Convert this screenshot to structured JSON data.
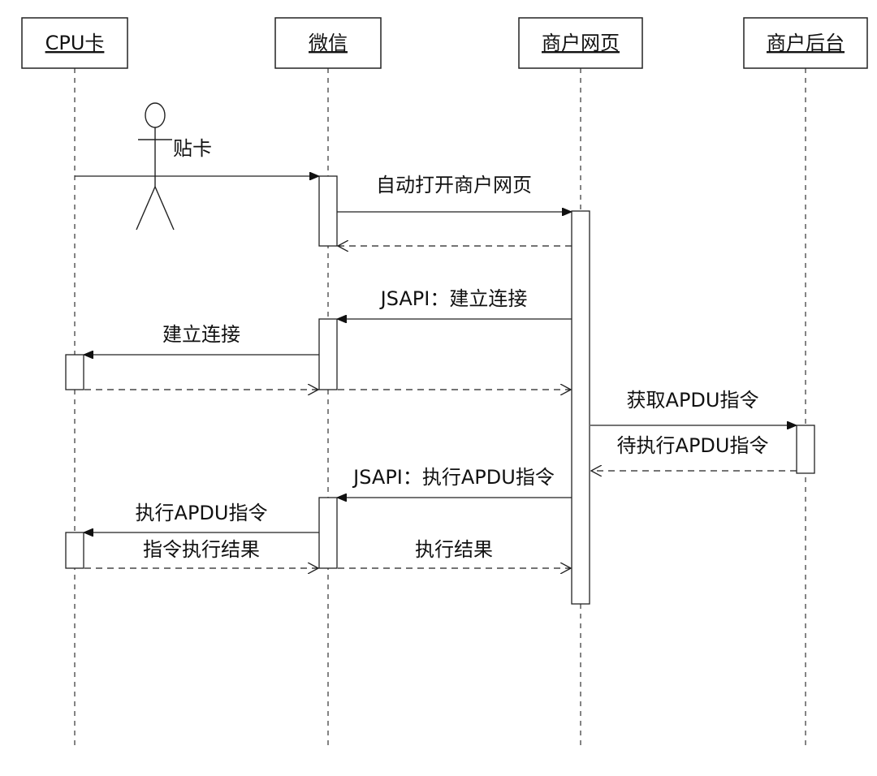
{
  "participants": [
    {
      "id": "cpu",
      "label": "CPU卡"
    },
    {
      "id": "wechat",
      "label": "微信"
    },
    {
      "id": "web",
      "label": "商户网页"
    },
    {
      "id": "backend",
      "label": "商户后台"
    }
  ],
  "messages": [
    {
      "id": "m1",
      "label": "贴卡"
    },
    {
      "id": "m2",
      "label": "自动打开商户网页"
    },
    {
      "id": "m3",
      "label": "JSAPI：建立连接"
    },
    {
      "id": "m4",
      "label": "建立连接"
    },
    {
      "id": "m5",
      "label": "获取APDU指令"
    },
    {
      "id": "m6",
      "label": "待执行APDU指令"
    },
    {
      "id": "m7",
      "label": "JSAPI：执行APDU指令"
    },
    {
      "id": "m8",
      "label": "执行APDU指令"
    },
    {
      "id": "m9",
      "label": "指令执行结果"
    },
    {
      "id": "m10",
      "label": "执行结果"
    }
  ]
}
